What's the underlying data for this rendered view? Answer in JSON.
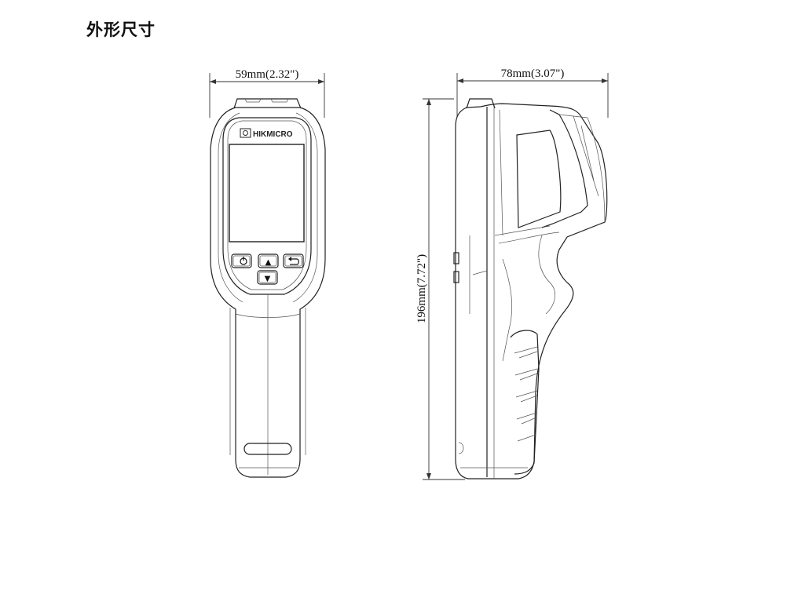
{
  "title": "外形尺寸",
  "brand": "HIKMICRO",
  "dimensions": {
    "width": "59mm(2.32\")",
    "depth": "78mm(3.07\")",
    "height": "196mm(7.72\")"
  },
  "buttons": {
    "power": "power-icon",
    "up": "▲",
    "back": "back-icon",
    "down": "▼"
  }
}
